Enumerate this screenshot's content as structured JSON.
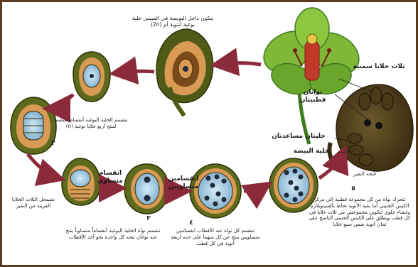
{
  "labels": {
    "top_caption": "يتكون داخل البويضة في المبيض خلية بوغية أنثوية أم (2n)",
    "step1_caption": "تنقسم الخلية البوغية أنقساماً منصفاً لتنتج أربع خلايا نوغية (n)",
    "step2_caption": "تضمحل الثلاث الخلايا القريبة من النقير",
    "step3_caption": "تنقسم نواة الخلية البوغية أنقساماً متساوياً ينتج عنه نواتان تتجه كل واحدة نحو أحد الأقطاب",
    "step4_caption": "تنقسم كل نواة عند الأقطاب انقسامين متساويين ينتج عن كل منهما على حده أربعة أنوية في كل قطب",
    "step5_caption": "تتحرك نواة من كل مجموعة قطبية إلى مركز الكيس الجنيني أما بقية الأنوية تحاط بالسيتوبلازم وغشاء خلوي لتكوين مجموعتين من ثلاث خلايا في كل قطب ويطلق على الكيس الجنيني الناضج على ثمان أنوية ضمن سبع خلايا",
    "three_antipodal": "ثلاث خلايا سمتية",
    "polar_nuclei": "نواتان قطبيتان",
    "synergids": "خليتان مساعدتان",
    "egg_cell": "خلية البيضة",
    "micropyle": "فتحة النقير",
    "equal_division": "انقسام متساوي",
    "two_equal_divisions": "انقسامين متساويين",
    "num_2": "٢",
    "num_3": "٣",
    "num_4": "٤",
    "num_5": "٥"
  },
  "colors": {
    "ovule_outer": "#5e6a1c",
    "ovule_inner": "#d89a54",
    "cell_fill": "#9ec9e2",
    "nucleus": "#1f2a3a",
    "arrow": "#8b2a3a",
    "flower_petal": "#7fb836",
    "flower_center": "#c0392b",
    "frame": "#5b3a1e"
  },
  "icons": {
    "flower": "flower-illustration",
    "embryo_sac": "mature-embryo-sac-illustration"
  }
}
